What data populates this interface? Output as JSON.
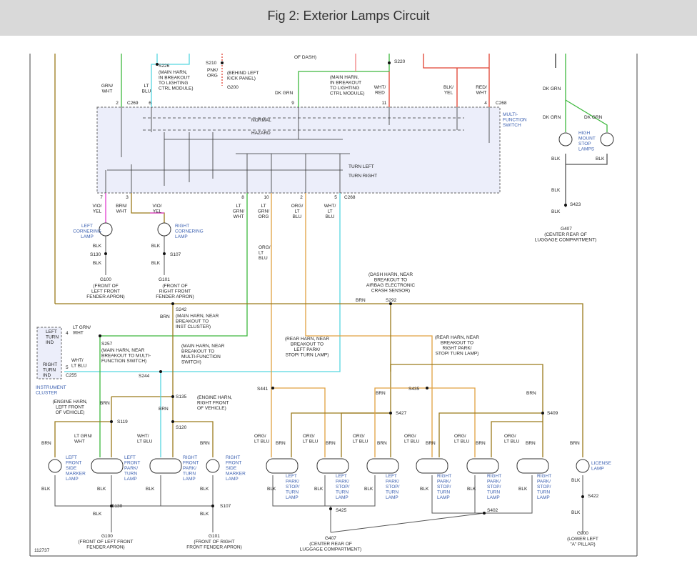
{
  "title": "Fig 2: Exterior Lamps Circuit",
  "figure_id": "112737",
  "colors": {
    "green": "#3db83d",
    "cyan": "#56d6e0",
    "magenta": "#e23dd0",
    "orange": "#e0a040",
    "brown": "#9a7a1a",
    "red": "#e04030",
    "pink": "#f08080",
    "wire": "#555555",
    "switch_bg": "#eceefa"
  },
  "top": {
    "grn_wht": "GRN/\nWHT",
    "c269": "C269",
    "pin2": "2",
    "pin6": "6",
    "lt_blu": "LT\nBLU",
    "s226": "S226",
    "s226_desc": "(MAIN HARN,\nIN BREAKOUT\nTO LIGHTING\nCTRL MODULE)",
    "s210": "S210",
    "pnk_org": "PNK/\nORG",
    "s210_desc": "(BEHIND LEFT\nKICK PANEL)",
    "g200": "G200",
    "of_dash": "OF DASH)",
    "s220": "S220",
    "s220_desc": "(MAIN HARN,\nIN BREAKOUT\nTO LIGHTING\nCTRL MODULE)",
    "dk_grn": "DK GRN",
    "pin9": "9",
    "pin11": "11",
    "pin4": "4",
    "wht_red": "WHT/\nRED",
    "blk_yel": "BLK/\nYEL",
    "red_wht": "RED/\nWHT",
    "c268": "C268"
  },
  "switch": {
    "name": "MULTI-\nFUNCTION\nSWITCH",
    "normal": "NORMAL",
    "hazard": "HAZARD",
    "turn_left": "TURN LEFT",
    "turn_right": "TURN RIGHT"
  },
  "switch_bottom": {
    "pin7": "7",
    "pin3": "3",
    "pin8": "8",
    "pin10": "10",
    "pin2": "2",
    "pin5": "5",
    "c268": "C268",
    "vio_yel": "VIO/\nYEL",
    "brn_wht": "BRN/\nWHT",
    "vio_yel2": "VIO/\nYEL",
    "lt_grn_wht": "LT\nGRN/\nWHT",
    "lt_grn_org": "LT\nGRN/\nORG",
    "org_lt_blu": "ORG/\nLT\nBLU",
    "wht_lt_blu": "WHT/\nLT\nBLU"
  },
  "cornering": {
    "left_lamp": "LEFT\nCORNERING\nLAMP",
    "right_lamp": "RIGHT\nCORNERING\nLAMP",
    "blk": "BLK",
    "s130": "S130",
    "s107": "S107",
    "g100": "G100",
    "g100_desc": "(FRONT OF\nLEFT FRONT\nFENDER APRON)",
    "g101": "G101",
    "g101_desc": "(FRONT OF\nRIGHT FRONT\nFENDER APRON)"
  },
  "high_mount": {
    "dk_grn": "DK GRN",
    "lamps": "HIGH\nMOUNT\nSTOP\nLAMPS",
    "blk": "BLK",
    "s423": "S423",
    "g407": "G407",
    "g407_desc": "(CENTER REAR OF\nLUGGAGE COMPARTMENT)"
  },
  "mid": {
    "org_lt_blu": "ORG/\nLT\nBLU",
    "s292_desc": "(DASH HARN, NEAR\nBREAKOUT TO\nAIRBAG ELECTRONIC\nCRASH SENSOR)",
    "brn": "BRN",
    "s292": "S292",
    "s242": "S242",
    "s242_desc": "(MAIN HARN, NEAR\nBREAKOUT TO\nINST CLUSTER)",
    "s257": "S257",
    "s257_desc": "(MAIN HARN, NEAR\nBREAKOUT TO MULTI-\nFUNCTION SWITCH)",
    "s244_desc": "(MAIN HARN, NEAR\nBREAKOUT TO\nMULTI-FUNCTION\nSWITCH)",
    "s244": "S244",
    "lt_grn_wht": "LT GRN/\nWHT",
    "wht_lt_blu": "WHT/\nLT BLU",
    "c255": "C255",
    "pin4": "4",
    "pin5": "5",
    "cluster": "INSTRUMENT\nCLUSTER",
    "left_ind": "LEFT\nTURN\nIND",
    "right_ind": "RIGHT\nTURN\nIND"
  },
  "front": {
    "eng_left_desc": "(ENGINE HARN,\nLEFT FRONT\nOF VEHICLE)",
    "eng_right_desc": "(ENGINE HARN,\nRIGHT FRONT\nOF VEHICLE)",
    "s135": "S135",
    "s119": "S119",
    "s120": "S120",
    "brn": "BRN",
    "lt_grn_wht": "LT GRN/\nWHT",
    "wht_lt_blu": "WHT/\nLT BLU",
    "lf_side": "LEFT\nFRONT\nSIDE\nMARKER\nLAMP",
    "lf_park": "LEFT\nFRONT\nPARK/\nTURN\nLAMP",
    "rf_park": "RIGHT\nFRONT\nPARK/\nTURN\nLAMP",
    "rf_side": "RIGHT\nFRONT\nSIDE\nMARKER\nLAMP",
    "blk": "BLK",
    "s130": "S130",
    "s107": "S107",
    "g100": "G100",
    "g100_desc": "(FRONT OF LEFT FRONT\nFENDER APRON)",
    "g101": "G101",
    "g101_desc": "(FRONT OF RIGHT\nFRONT FENDER APRON)"
  },
  "rear": {
    "left_desc": "(REAR HARN, NEAR\nBREAKOUT TO\nLEFT PARK/\nSTOP/ TURN LAMP)",
    "right_desc": "(REAR HARN, NEAR\nBREAKOUT TO\nRIGHT PARK/\nSTOP/ TURN LAMP)",
    "s441": "S441",
    "s427": "S427",
    "s435": "S435",
    "s409": "S409",
    "brn": "BRN",
    "org_lt_blu": "ORG/\nLT BLU",
    "left_lamp": "LEFT\nPARK/\nSTOP/\nTURN\nLAMP",
    "right_lamp": "RIGHT\nPARK/\nSTOP/\nTURN\nLAMP",
    "blk": "BLK",
    "s425": "S425",
    "s402": "S402",
    "g407": "G407",
    "g407_desc": "(CENTER REAR OF\nLUGGAGE COMPARTMENT)",
    "license": "LICENSE\nLAMP",
    "s422": "S422",
    "g900": "G900",
    "g900_desc": "(LOWER LEFT\n\"A\" PILLAR)"
  }
}
